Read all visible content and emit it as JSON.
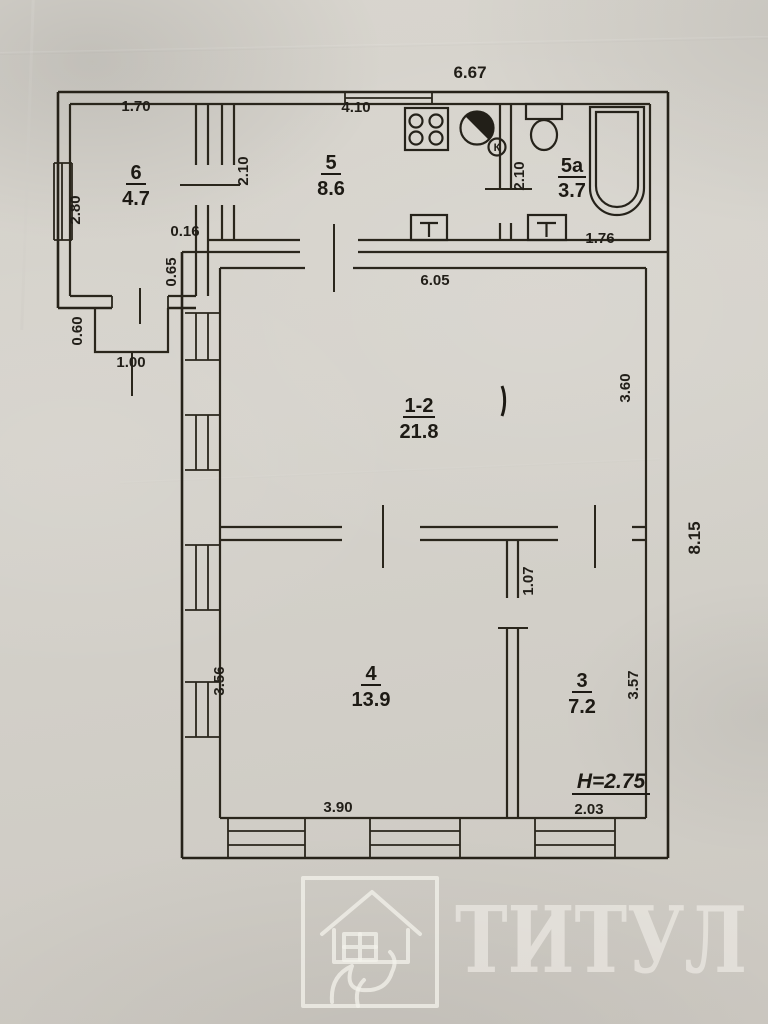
{
  "watermark": {
    "brand": "ТИТУЛ"
  },
  "rooms": [
    {
      "number": "6",
      "area": "4.7"
    },
    {
      "number": "5",
      "area": "8.6"
    },
    {
      "number": "5а",
      "area": "3.7"
    },
    {
      "number": "1-2",
      "area": "21.8"
    },
    {
      "number": "4",
      "area": "13.9"
    },
    {
      "number": "3",
      "area": "7.2"
    }
  ],
  "dims": {
    "top_total": "6.67",
    "room6_top": "1.70",
    "room6_left": "2.80",
    "wall_offset": "0.16",
    "wall_segment": "0.65",
    "porch_left": "0.60",
    "porch_bottom": "1.00",
    "room5_top": "4.10",
    "room5_left": "2.10",
    "room5a_left": "2.10",
    "room5a_bottom": "1.76",
    "room12_top": "6.05",
    "room12_right": "3.60",
    "right_total": "8.15",
    "door_offset": "1.07",
    "room4_left": "3.56",
    "room4_bottom": "3.90",
    "room3_right": "3.57",
    "room3_bottom": "2.03"
  },
  "notes": {
    "ceiling_height": "H=2.75",
    "water_heater": "К"
  }
}
